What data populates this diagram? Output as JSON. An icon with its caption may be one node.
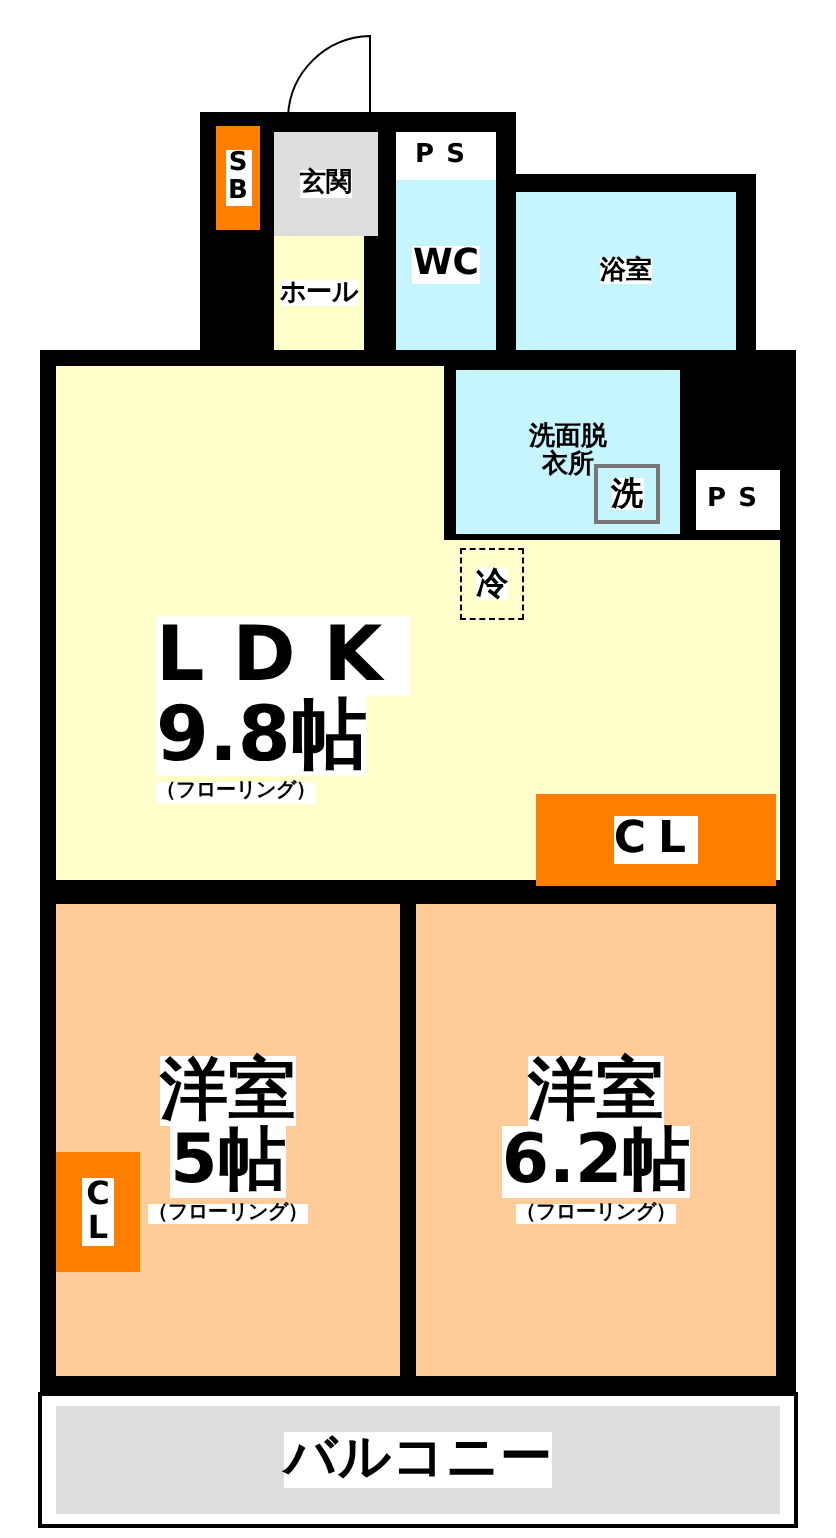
{
  "diagram": {
    "nodes": [
      {
        "text": [
          "SB"
        ]
      },
      {
        "text": [
          "玄関"
        ]
      },
      {
        "text": [
          "ホール"
        ]
      },
      {
        "text": [
          "PS"
        ]
      },
      {
        "text": [
          "WC"
        ]
      },
      {
        "text": [
          "浴室"
        ]
      },
      {
        "text": [
          "洗面脱衣所"
        ]
      },
      {
        "text": [
          "洗"
        ],
        "in": 6
      },
      {
        "text": [
          "PS"
        ]
      },
      {
        "text": [
          "冷"
        ],
        "in": 10
      },
      {
        "text": [
          "LDK",
          "9.8帖",
          "（フローリング）"
        ]
      },
      {
        "text": [
          "CL"
        ],
        "in": 10
      },
      {
        "text": [
          "洋室",
          "5帖",
          "（フローリング）"
        ]
      },
      {
        "text": [
          "CL"
        ],
        "in": 12
      },
      {
        "text": [
          "洋室",
          "6.2帖",
          "（フローリング）"
        ]
      },
      {
        "text": [
          "バルコニー"
        ]
      }
    ],
    "edges": []
  }
}
